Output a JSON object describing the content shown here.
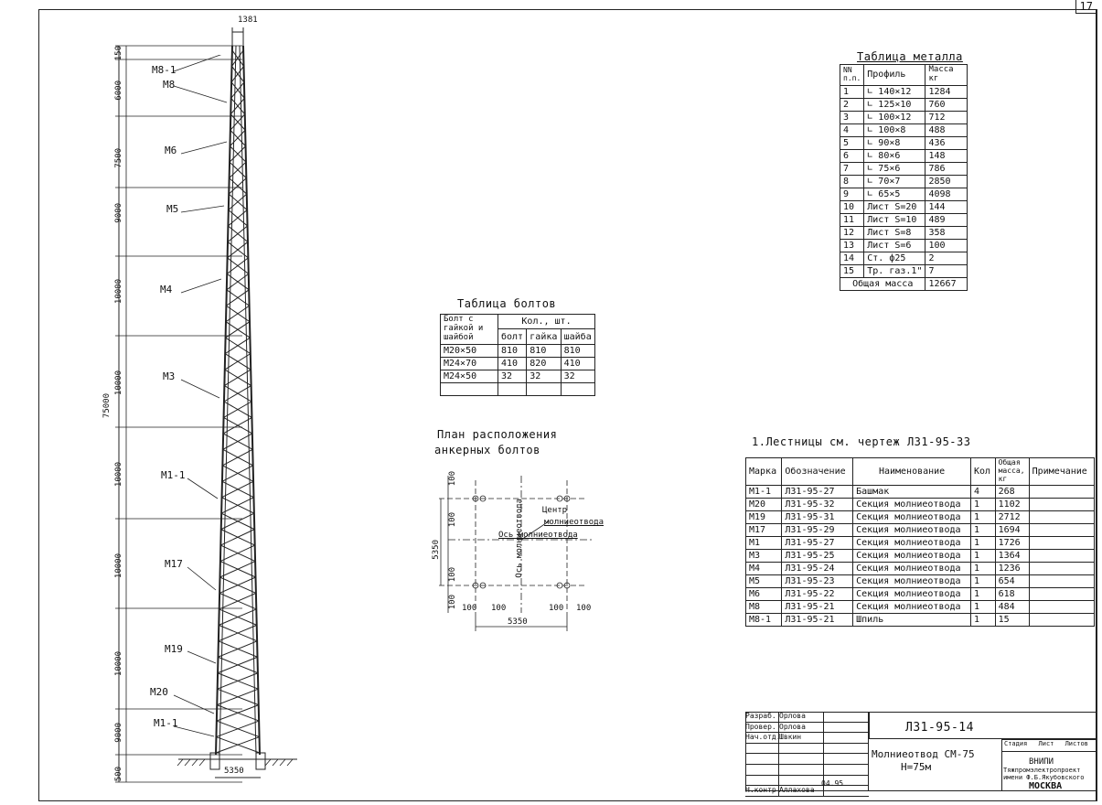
{
  "page_number": "17",
  "tower": {
    "top_width": "1381",
    "base_width": "5350",
    "total_height": "75000",
    "segments": [
      "150",
      "6000",
      "7500",
      "9000",
      "10000",
      "10000",
      "10000",
      "10000",
      "10000",
      "9000",
      "500"
    ],
    "marks": [
      "М8-1",
      "М8",
      "М6",
      "М5",
      "М4",
      "М3",
      "М1-1",
      "М17",
      "М19",
      "М20",
      "М1-1"
    ]
  },
  "metal_table": {
    "title": "Таблица металла",
    "headers": [
      "NN п.п.",
      "Профиль",
      "Масса кг"
    ],
    "rows": [
      [
        "1",
        "∟ 140×12",
        "1284"
      ],
      [
        "2",
        "∟ 125×10",
        "760"
      ],
      [
        "3",
        "∟ 100×12",
        "712"
      ],
      [
        "4",
        "∟ 100×8",
        "488"
      ],
      [
        "5",
        "∟ 90×8",
        "436"
      ],
      [
        "6",
        "∟ 80×6",
        "148"
      ],
      [
        "7",
        "∟ 75×6",
        "786"
      ],
      [
        "8",
        "∟ 70×7",
        "2850"
      ],
      [
        "9",
        "∟ 65×5",
        "4098"
      ],
      [
        "10",
        "Лист S=20",
        "144"
      ],
      [
        "11",
        "Лист S=10",
        "489"
      ],
      [
        "12",
        "Лист S=8",
        "358"
      ],
      [
        "13",
        "Лист S=6",
        "100"
      ],
      [
        "14",
        "Ст. ф25",
        "2"
      ],
      [
        "15",
        "Тр. газ.1\"",
        "7"
      ]
    ],
    "total_label": "Общая масса",
    "total_value": "12667"
  },
  "bolts_table": {
    "title": "Таблица болтов",
    "header1": "Болт с гайкой и шайбой",
    "header2": "Кол., шт.",
    "subheaders": [
      "болт",
      "гайка",
      "шайба"
    ],
    "rows": [
      [
        "М20×50",
        "810",
        "810",
        "810"
      ],
      [
        "М24×70",
        "410",
        "820",
        "410"
      ],
      [
        "М24×50",
        "32",
        "32",
        "32"
      ]
    ]
  },
  "anchor_plan": {
    "title_line1": "План расположения",
    "title_line2": "анкерных болтов",
    "center_label_1": "Центр",
    "center_label_2": "молниеотвода",
    "axis_label_1": "Ось молниеотвода",
    "axis_label_2": "Ось молниеотвода",
    "dims": [
      "100",
      "100",
      "5350",
      "100",
      "100",
      "100",
      "100",
      "100",
      "100",
      "5350"
    ]
  },
  "ladders_note": "1.Лестницы см. чертеж Л31-95-33",
  "spec_table": {
    "headers": [
      "Марка",
      "Обозначение",
      "Наименование",
      "Кол",
      "Общая масса, кг",
      "Примечание"
    ],
    "rows": [
      [
        "М1-1",
        "Л31-95-27",
        "Башмак",
        "4",
        "268",
        ""
      ],
      [
        "М20",
        "Л31-95-32",
        "Секция молниеотвода",
        "1",
        "1102",
        ""
      ],
      [
        "М19",
        "Л31-95-31",
        "Секция молниеотвода",
        "1",
        "2712",
        ""
      ],
      [
        "М17",
        "Л31-95-29",
        "Секция молниеотвода",
        "1",
        "1694",
        ""
      ],
      [
        "М1",
        "Л31-95-27",
        "Секция молниеотвода",
        "1",
        "1726",
        ""
      ],
      [
        "М3",
        "Л31-95-25",
        "Секция молниеотвода",
        "1",
        "1364",
        ""
      ],
      [
        "М4",
        "Л31-95-24",
        "Секция молниеотвода",
        "1",
        "1236",
        ""
      ],
      [
        "М5",
        "Л31-95-23",
        "Секция молниеотвода",
        "1",
        "654",
        ""
      ],
      [
        "М6",
        "Л31-95-22",
        "Секция молниеотвода",
        "1",
        "618",
        ""
      ],
      [
        "М8",
        "Л31-95-21",
        "Секция молниеотвода",
        "1",
        "484",
        ""
      ],
      [
        "М8-1",
        "Л31-95-21",
        "Шпиль",
        "1",
        "15",
        ""
      ]
    ]
  },
  "title_block": {
    "roles": [
      "Разраб.",
      "Провер.",
      "Нач.отд.",
      "",
      "",
      "",
      "",
      "Н.контр"
    ],
    "names": [
      "Орлова",
      "Орлова",
      "Швкин",
      "",
      "",
      "",
      "",
      "Аллахова"
    ],
    "date": "04.95",
    "code": "Л31-95-14",
    "name_line1": "Молниеотвод СМ-75",
    "name_line2": "Н=75м",
    "stage_headers": [
      "Стадия",
      "Лист",
      "Листов"
    ],
    "org_line1": "ВНИПИ",
    "org_line2": "Тяжпромэлектропроект",
    "org_line3": "имени Ф.Б.Якубовского",
    "org_line4": "МОСКВА"
  }
}
